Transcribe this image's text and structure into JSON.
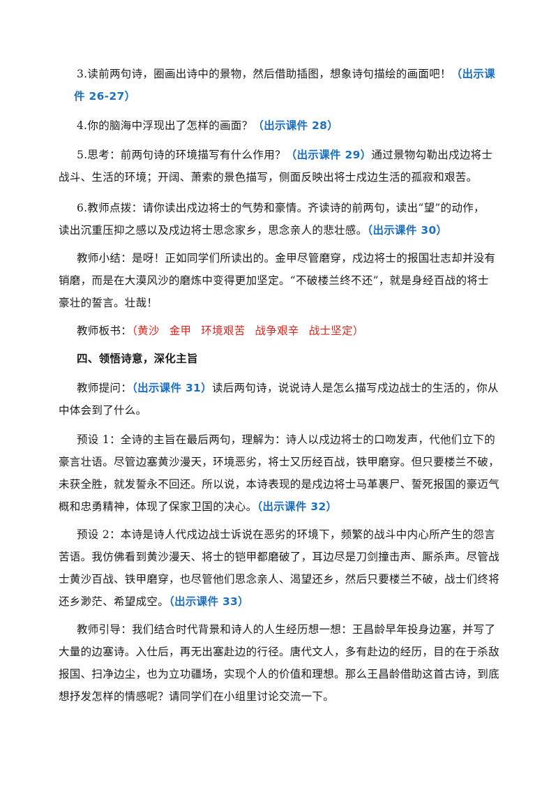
{
  "p1": {
    "l1a": "3.读前两句诗，圈画出诗中的景物，然后借助插图，想象诗句描绘的画面吧！",
    "l1ref": "（出示课",
    "l2ref": "件 26-27）"
  },
  "p2": {
    "l1a": "4.你的脑海中浮现出了怎样的画面？",
    "l1ref": "（出示课件 28）"
  },
  "p3": {
    "l1a": "5.思考：前两句诗的环境描写有什么作用？",
    "l1ref": "（出示课件 29）",
    "l1b": "通过景物勾勒出戍边将士",
    "l2": "战斗、生活的环境；开阔、萧索的景色描写，侧面反映出将士戍边生活的孤寂和艰苦。"
  },
  "p4": {
    "l1": "6.教师点拨：请你读出戍边将士的气势和豪情。齐读诗的前两句，读出“望”的动作，",
    "l2a": "读出沉重压抑之感以及戍边将士思念家乡，思念亲人的悲壮感。",
    "l2ref": "（出示课件 30）"
  },
  "p5": {
    "l1": "教师小结：是呀！正如同学们所读出的。金甲尽管磨穿，戍边将士的报国壮志却并没有",
    "l2": "销磨，而是在大漠风沙的磨炼中变得更加坚定。“不破楼兰终不还”，就是身经百战的将士",
    "l3": "豪壮的誓言。壮哉！"
  },
  "p6": {
    "label": "教师板书：",
    "open": "（",
    "items": [
      "黄沙",
      "金甲",
      "环境艰苦",
      "战争艰辛",
      "战士坚定"
    ],
    "close": "）"
  },
  "h1": {
    "text": "四、领悟诗意，深化主旨"
  },
  "p7": {
    "l1a": "教师提问：",
    "l1ref": "（出示课件 31）",
    "l1b": "读后两句诗，说说诗人是怎么描写戍边战士的生活的，你从",
    "l2": "中体会到了什么。"
  },
  "p8": {
    "l1": "预设 1：全诗的主旨在最后两句，理解为：诗人以戍边将士的口吻发声，代他们立下的",
    "l2": "豪言壮语。尽管边塞黄沙漫天，环境恶劣，将士又历经百战，铁甲磨穿。但只要楼兰不破，",
    "l3": "未获全胜，就发誓永不回还。所以说，本诗表现的是戍边将士马革裹尸、誓死报国的豪迈气",
    "l4a": "概和忠勇精神，体现了保家卫国的决心。",
    "l4ref": "（出示课件 32）"
  },
  "p9": {
    "l1": "预设 2：本诗是诗人代戍边战士诉说在恶劣的环境下，频繁的战斗中内心所产生的怨言",
    "l2": "苦语。我仿佛看到黄沙漫天、将士的铠甲都磨破了，耳边尽是刀剑撞击声、厮杀声。尽管战",
    "l3": "士黄沙百战、铁甲磨穿，也尽管他们思念亲人、渴望还乡，然后只要楼兰不破，战士们终将",
    "l4a": "还乡渺茫、希望成空。",
    "l4ref": "（出示课件 33）"
  },
  "p10": {
    "l1": "教师引导：我们结合时代背景和诗人的人生经历想一想：王昌龄早年投身边塞，并写了",
    "l2": "大量的边塞诗。入仕后，再无出塞赴边的行径。唐代文人，多有赴边的经历，目的在于杀敌",
    "l3": "报国、扫净边尘，也为立功疆场，实现个人的价值和理想。那么王昌龄借助这首古诗，到底",
    "l4": "想抒发怎样的情感呢？请同学们在小组里讨论交流一下。"
  },
  "colors": {
    "reference": "#1a6fc4",
    "board_items": "#e0261c",
    "text": "#1a1a1a"
  }
}
